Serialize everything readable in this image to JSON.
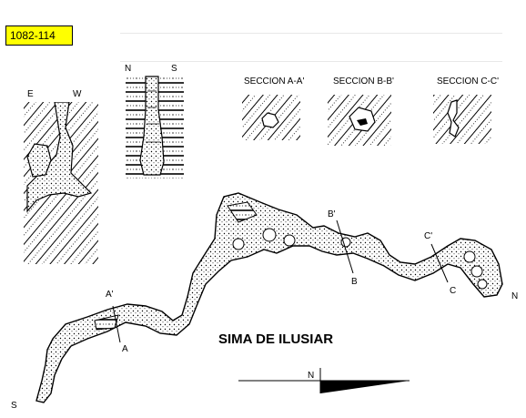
{
  "map": {
    "code": "1082-114",
    "title": "SIMA DE ILUSIAR",
    "orientation": {
      "north": "N",
      "south": "S",
      "east": "E",
      "west": "W"
    },
    "sections": [
      {
        "label": "SECCION A-A'"
      },
      {
        "label": "SECCION B-B'"
      },
      {
        "label": "SECCION C-C'"
      }
    ],
    "section_marks": {
      "a_prime": "A'",
      "a": "A",
      "b_prime": "B'",
      "b": "B",
      "c_prime": "C'",
      "c": "C"
    },
    "scale": {
      "north_label": "N"
    },
    "colors": {
      "ink": "#000000",
      "highlight": "#ffff00"
    }
  }
}
